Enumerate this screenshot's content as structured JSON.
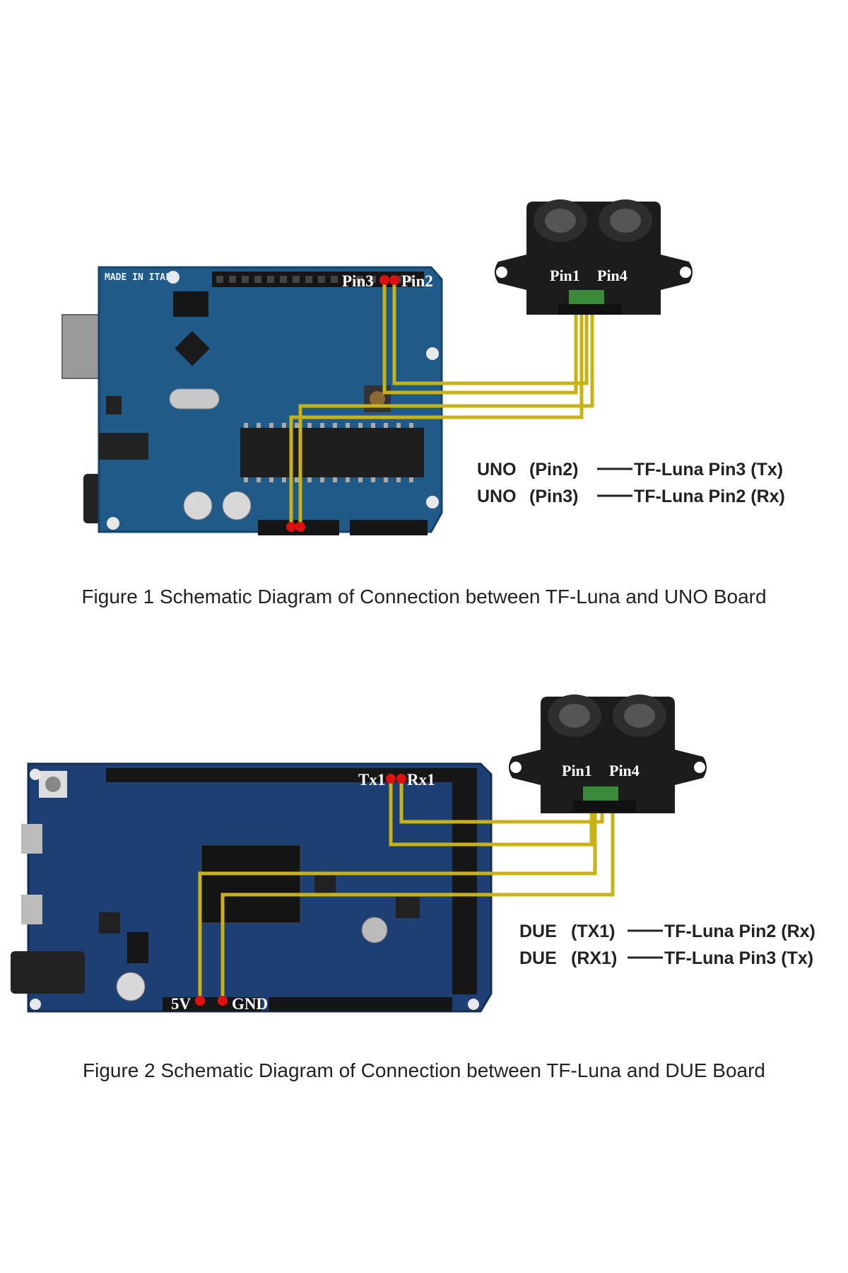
{
  "figure1": {
    "board_text": "MADE IN ITALY",
    "pin_left": "Pin3",
    "pin_right": "Pin2",
    "sensor_pin_left": "Pin1",
    "sensor_pin_right": "Pin4",
    "legend": [
      {
        "board": "UNO",
        "pin": "(Pin2)",
        "target": "TF-Luna Pin3 (Tx)"
      },
      {
        "board": "UNO",
        "pin": "(Pin3)",
        "target": "TF-Luna Pin2 (Rx)"
      }
    ],
    "caption": "Figure 1 Schematic Diagram of Connection between TF-Luna and UNO Board"
  },
  "figure2": {
    "pin_left": "Tx1",
    "pin_right": "Rx1",
    "power_left": "5V",
    "power_right": "GND",
    "sensor_pin_left": "Pin1",
    "sensor_pin_right": "Pin4",
    "legend": [
      {
        "board": "DUE",
        "pin": "(TX1)",
        "target": "TF-Luna Pin2 (Rx)"
      },
      {
        "board": "DUE",
        "pin": "(RX1)",
        "target": "TF-Luna Pin3 (Tx)"
      }
    ],
    "caption": "Figure 2 Schematic Diagram of Connection between TF-Luna and DUE Board"
  },
  "colors": {
    "board_blue": "#1f5a88",
    "due_blue": "#1d3f73",
    "wire_yellow": "#c9b216",
    "pin_red": "#e01010",
    "sensor_black": "#1c1c1c"
  }
}
